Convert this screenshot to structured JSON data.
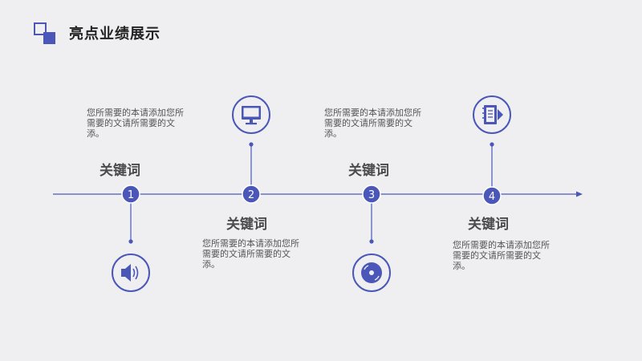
{
  "header": {
    "title": "亮点业绩展示"
  },
  "colors": {
    "accent": "#4a57b8",
    "background": "#efeff1",
    "text": "#555555"
  },
  "timeline": {
    "nodes": [
      {
        "number": "1",
        "keyword": "关键词",
        "description": "您所需要的本请添加您所需要的文请所需要的文添。",
        "icon": "speaker-icon"
      },
      {
        "number": "2",
        "keyword": "关键词",
        "description": "您所需要的本请添加您所需要的文请所需要的文添。",
        "icon": "monitor-icon"
      },
      {
        "number": "3",
        "keyword": "关键词",
        "description": "您所需要的本请添加您所需要的文请所需要的文添。",
        "icon": "disc-icon"
      },
      {
        "number": "4",
        "keyword": "关键词",
        "description": "您所需要的本请添加您所需要的文请所需要的文添。",
        "icon": "notebook-icon"
      }
    ]
  }
}
